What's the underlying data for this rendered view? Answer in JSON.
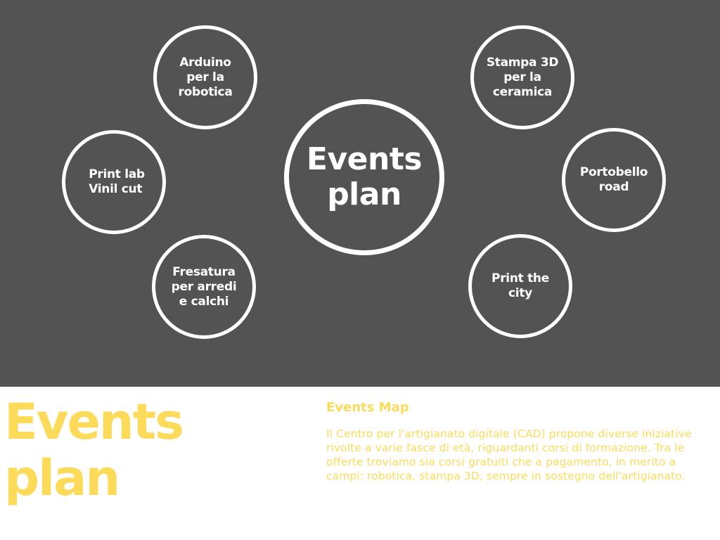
{
  "diagram": {
    "center": {
      "label": "Events\nplan"
    },
    "nodes": {
      "arduino": {
        "label": "Arduino\nper la\nrobotica"
      },
      "print_lab": {
        "label": "Print lab\n   Vinil cut"
      },
      "fresatura": {
        "label": "Fresatura\nper arredi\ne calchi"
      },
      "stampa_3d": {
        "label": "Stampa 3D\nper la\nceramica"
      },
      "portobello": {
        "label": "Portobello\nroad"
      },
      "print_city": {
        "label": "Print the\ncity"
      }
    },
    "colors": {
      "background": "#535353",
      "circle_outline": "#ffffff",
      "text": "#ffffff"
    }
  },
  "footer": {
    "title": "Events\nplan",
    "map_heading": "Events  Map",
    "description": "Il Centro per l'artigianato digitale (CAD) propone diverse iniziative rivolte a varie fasce di età, riguardanti corsi di formazione. Tra le offerte troviamo sia corsi gratuiti che a pagamento, in merito a campi: robotica, stampa 3D, sempre in sostegno dell'artigianato.",
    "colors": {
      "accent": "#fcdb5b",
      "background": "#ffffff"
    }
  }
}
